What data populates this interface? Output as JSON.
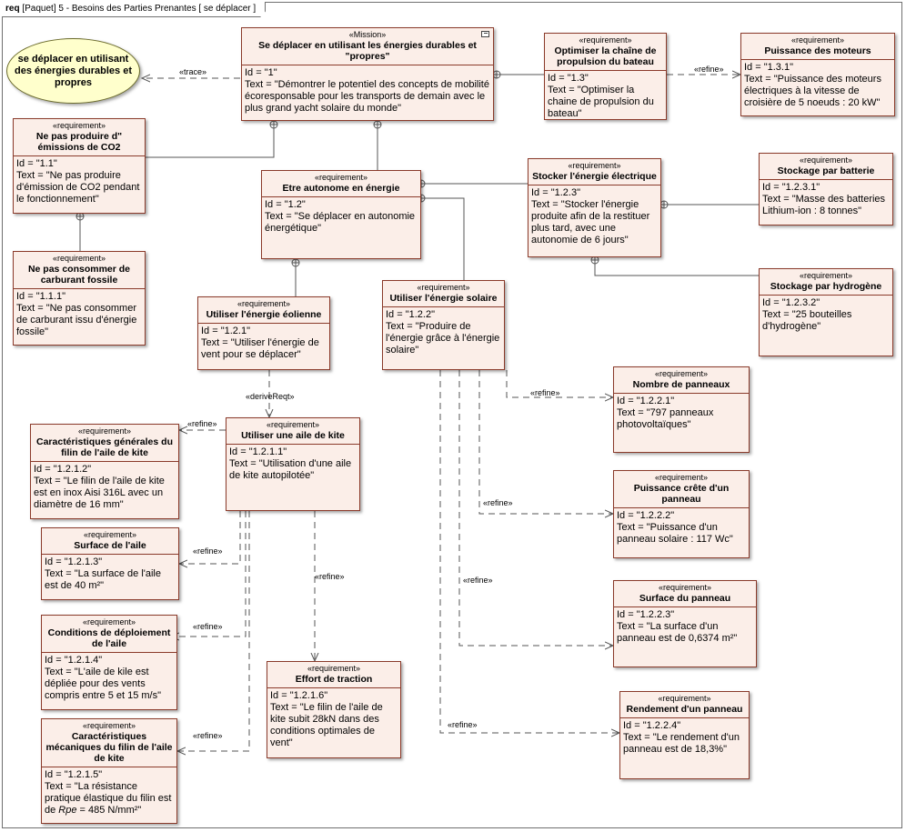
{
  "frame": {
    "kind": "req",
    "title": "[Paquet] 5 - Besoins des Parties Prenantes [ se déplacer ]"
  },
  "usecase": {
    "text": "se déplacer en utilisant des énergies durables et propres"
  },
  "relations": {
    "trace": "«trace»",
    "refine": "«refine»",
    "derive": "«deriveReqt»"
  },
  "nodes": {
    "mission": {
      "stereotype": "«Mission»",
      "name": "Se déplacer en utilisant les énergies durables et \"propres\"",
      "id": "Id = \"1\"",
      "text": "Text = \"Démontrer le potentiel des concepts de mobilité écoresponsable pour les transports de demain avec le plus grand yacht solaire du monde\""
    },
    "r11": {
      "stereotype": "«requirement»",
      "name": "Ne pas produire d\" émissions de CO2",
      "id": "Id = \"1.1\"",
      "text": "Text = \"Ne pas produire d'émission de CO2 pendant le fonctionnement\""
    },
    "r111": {
      "stereotype": "«requirement»",
      "name": "Ne pas consommer de carburant fossile",
      "id": "Id = \"1.1.1\"",
      "text": "Text = \"Ne pas consommer de carburant issu d'énergie fossile\""
    },
    "r12": {
      "stereotype": "«requirement»",
      "name": "Etre autonome en énergie",
      "id": "Id = \"1.2\"",
      "text": "Text = \"Se déplacer en autonomie énergétique\""
    },
    "r13": {
      "stereotype": "«requirement»",
      "name": "Optimiser la chaîne de propulsion du bateau",
      "id": "Id = \"1.3\"",
      "text": "Text = \"Optimiser la chaine de propulsion du bateau\""
    },
    "r131": {
      "stereotype": "«requirement»",
      "name": "Puissance des moteurs",
      "id": "Id = \"1.3.1\"",
      "text": "Text = \"Puissance des moteurs électriques à la vitesse de croisière de 5 noeuds : 20 kW\""
    },
    "r123": {
      "stereotype": "«requirement»",
      "name": "Stocker l'énergie électrique",
      "id": "Id = \"1.2.3\"",
      "text": "Text = \"Stocker l'énergie produite afin de la restituer plus tard, avec une autonomie de 6 jours\""
    },
    "r1231": {
      "stereotype": "«requirement»",
      "name": "Stockage par batterie",
      "id": "Id = \"1.2.3.1\"",
      "text": "Text = \"Masse des batteries Lithium-ion : 8 tonnes\""
    },
    "r1232": {
      "stereotype": "«requirement»",
      "name": "Stockage par hydrogène",
      "id": "Id = \"1.2.3.2\"",
      "text": "Text = \"25 bouteilles d'hydrogène\""
    },
    "r121": {
      "stereotype": "«requirement»",
      "name": "Utiliser l'énergie éolienne",
      "id": "Id = \"1.2.1\"",
      "text": "Text = \"Utiliser l'énergie de vent pour se déplacer\""
    },
    "r122": {
      "stereotype": "«requirement»",
      "name": "Utiliser l'énergie solaire",
      "id": "Id = \"1.2.2\"",
      "text": "Text = \"Produire de l'énergie grâce à l'énergie solaire\""
    },
    "r1211": {
      "stereotype": "«requirement»",
      "name": "Utiliser une aile de kite",
      "id": "Id = \"1.2.1.1\"",
      "text": "Text = \"Utilisation d'une aile de kite autopilotée\""
    },
    "r1212": {
      "stereotype": "«requirement»",
      "name": "Caractéristiques générales du filin de l'aile de kite",
      "id": "Id = \"1.2.1.2\"",
      "text": "Text = \"Le filin de l'aile de kite est en inox Aisi 316L avec un diamètre de 16 mm\""
    },
    "r1213": {
      "stereotype": "«requirement»",
      "name": "Surface de l'aile",
      "id": "Id = \"1.2.1.3\"",
      "text": "Text = \"La surface de l'aile est de 40 m²\""
    },
    "r1214": {
      "stereotype": "«requirement»",
      "name": "Conditions de déploiement de l'aile",
      "id": "Id = \"1.2.1.4\"",
      "text": "Text = \"L'aile de kile est dépliée pour des vents compris entre 5 et 15 m/s\""
    },
    "r1215": {
      "stereotype": "«requirement»",
      "name": "Caractéristiques mécaniques du filin de l'aile de kite",
      "id": "Id = \"1.2.1.5\"",
      "text_prefix": "Text = \"La résistance pratique élastique du filin est de ",
      "text_italic": "Rpe",
      "text_suffix": " = 485 N/mm²\""
    },
    "r1216": {
      "stereotype": "«requirement»",
      "name": "Effort de traction",
      "id": "Id = \"1.2.1.6\"",
      "text": "Text = \"Le filin de l'aile de kite subit 28kN dans des conditions optimales de vent\""
    },
    "r1221": {
      "stereotype": "«requirement»",
      "name": "Nombre de panneaux",
      "id": "Id = \"1.2.2.1\"",
      "text": "Text = \"797 panneaux photovoltaïques\""
    },
    "r1222": {
      "stereotype": "«requirement»",
      "name": "Puissance crête d'un panneau",
      "id": "Id = \"1.2.2.2\"",
      "text": "Text = \"Puissance d'un panneau solaire : 117 Wc\""
    },
    "r1223": {
      "stereotype": "«requirement»",
      "name": "Surface du panneau",
      "id": "Id = \"1.2.2.3\"",
      "text": "Text = \"La surface d'un panneau est de 0,6374 m²\""
    },
    "r1224": {
      "stereotype": "«requirement»",
      "name": "Rendement d'un panneau",
      "id": "Id = \"1.2.2.4\"",
      "text": "Text = \"Le rendement d'un panneau est de 18,3%\""
    }
  }
}
